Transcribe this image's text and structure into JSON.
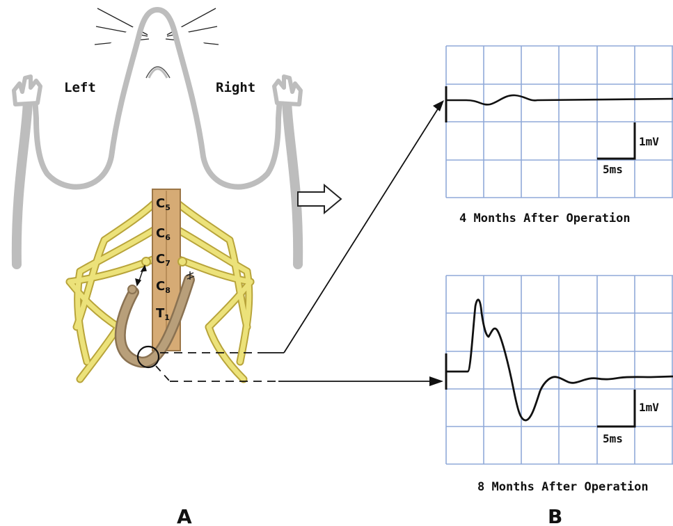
{
  "panel_a": {
    "label": "A",
    "side_left": "Left",
    "side_right": "Right",
    "vertebrae": [
      {
        "letter": "C",
        "sub": "5"
      },
      {
        "letter": "C",
        "sub": "6"
      },
      {
        "letter": "C",
        "sub": "7"
      },
      {
        "letter": "C",
        "sub": "8"
      },
      {
        "letter": "T",
        "sub": "1"
      }
    ]
  },
  "panel_b": {
    "label": "B",
    "recording_top": {
      "caption": "4 Months After Operation",
      "scale_voltage": "1mV",
      "scale_time": "5ms"
    },
    "recording_bottom": {
      "caption": "8 Months After Operation",
      "scale_voltage": "1mV",
      "scale_time": "5ms"
    }
  },
  "colors": {
    "nerve_fill": "#ece27a",
    "nerve_edge": "#b8a43a",
    "spinal_cord": "#d6ab75",
    "graft": "#b89f7a",
    "body_outline": "#bdbdbd",
    "grid": "#8fa9d8",
    "trace": "#111111"
  }
}
